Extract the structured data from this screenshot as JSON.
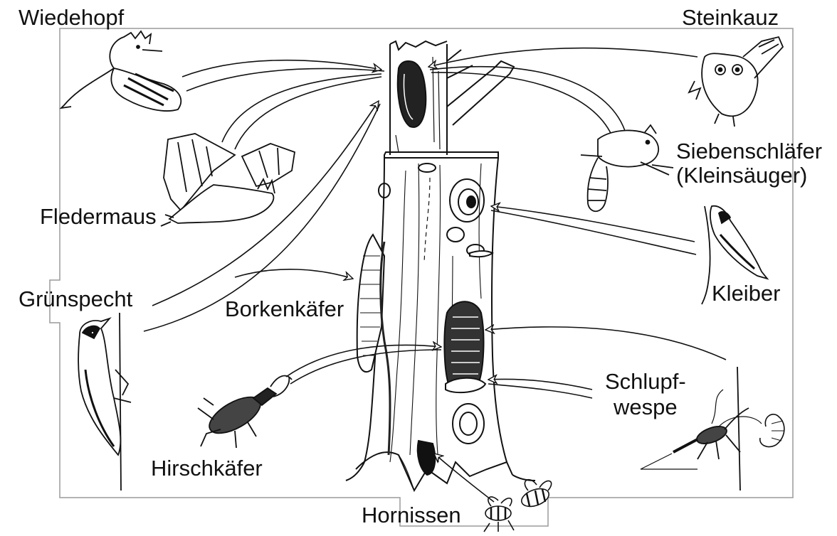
{
  "labels": {
    "wiedehopf": "Wiedehopf",
    "steinkauz": "Steinkauz",
    "siebenschlaefer_line1": "Siebenschläfer",
    "siebenschlaefer_line2": "(Kleinsäuger)",
    "fledermaus": "Fledermaus",
    "kleiber": "Kleiber",
    "gruenspecht": "Grünspecht",
    "borkenkaefer": "Borkenkäfer",
    "schlupfwespe_line1": "Schlupf-",
    "schlupfwespe_line2": "wespe",
    "hirschkaefer": "Hirschkäfer",
    "hornissen": "Hornissen"
  },
  "icons": {
    "tree": "dead-tree-trunk-icon",
    "wiedehopf": "hoopoe-icon",
    "steinkauz": "little-owl-icon",
    "siebenschlaefer": "dormouse-icon",
    "fledermaus": "bat-icon",
    "kleiber": "nuthatch-icon",
    "gruenspecht": "green-woodpecker-icon",
    "borkenkaefer": "bark-beetle-gallery-icon",
    "schlupfwespe": "ichneumon-wasp-icon",
    "hirschkaefer": "stag-beetle-icon",
    "hornissen": "hornet-icon"
  },
  "colors": {
    "ink": "#111111",
    "frame": "#9a9a9a",
    "background": "#ffffff"
  }
}
